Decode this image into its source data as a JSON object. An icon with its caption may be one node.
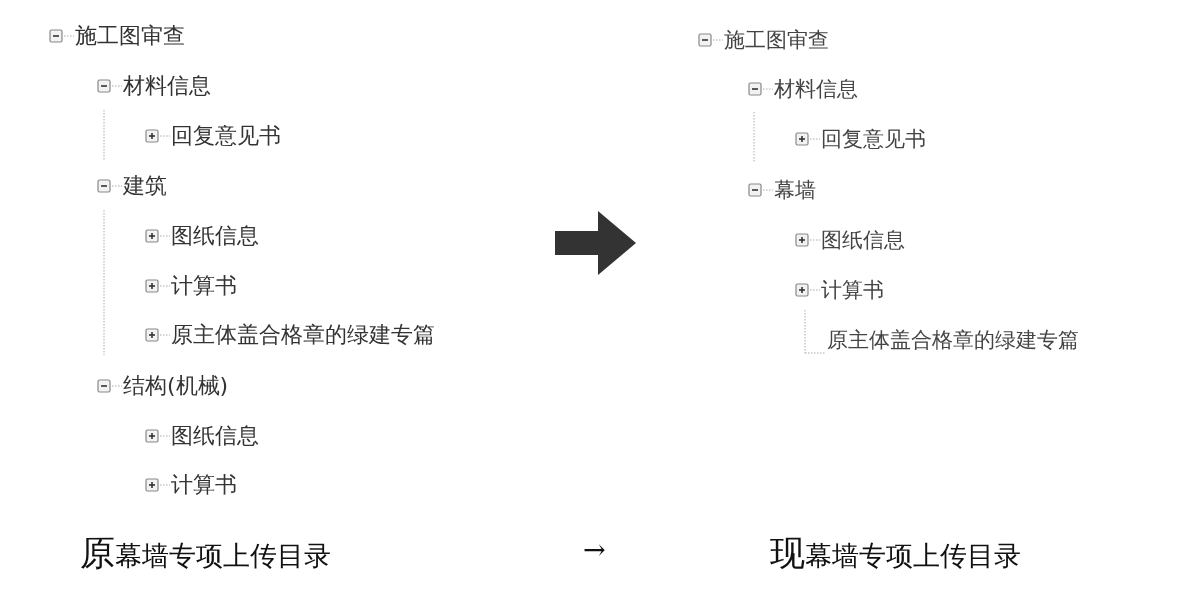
{
  "diagram": {
    "nodes": [
      {
        "text": [
          "施工图审查"
        ]
      },
      {
        "text": [
          "材料信息"
        ]
      },
      {
        "text": [
          "回复意见书"
        ]
      },
      {
        "text": [
          "建筑"
        ]
      },
      {
        "text": [
          "图纸信息"
        ]
      },
      {
        "text": [
          "计算书"
        ]
      },
      {
        "text": [
          "原主体盖合格章的绿建专篇"
        ]
      },
      {
        "text": [
          "结构(机械)"
        ]
      },
      {
        "text": [
          "图纸信息"
        ]
      },
      {
        "text": [
          "计算书"
        ]
      },
      {
        "text": [
          "施工图审查"
        ]
      },
      {
        "text": [
          "材料信息"
        ]
      },
      {
        "text": [
          "回复意见书"
        ]
      },
      {
        "text": [
          "幕墙"
        ]
      },
      {
        "text": [
          "图纸信息"
        ]
      },
      {
        "text": [
          "计算书"
        ]
      },
      {
        "text": [
          "原主体盖合格章的绿建专篇"
        ]
      }
    ],
    "labels": [
      "原幕墙专项上传目录",
      "→",
      "现幕墙专项上传目录"
    ]
  }
}
